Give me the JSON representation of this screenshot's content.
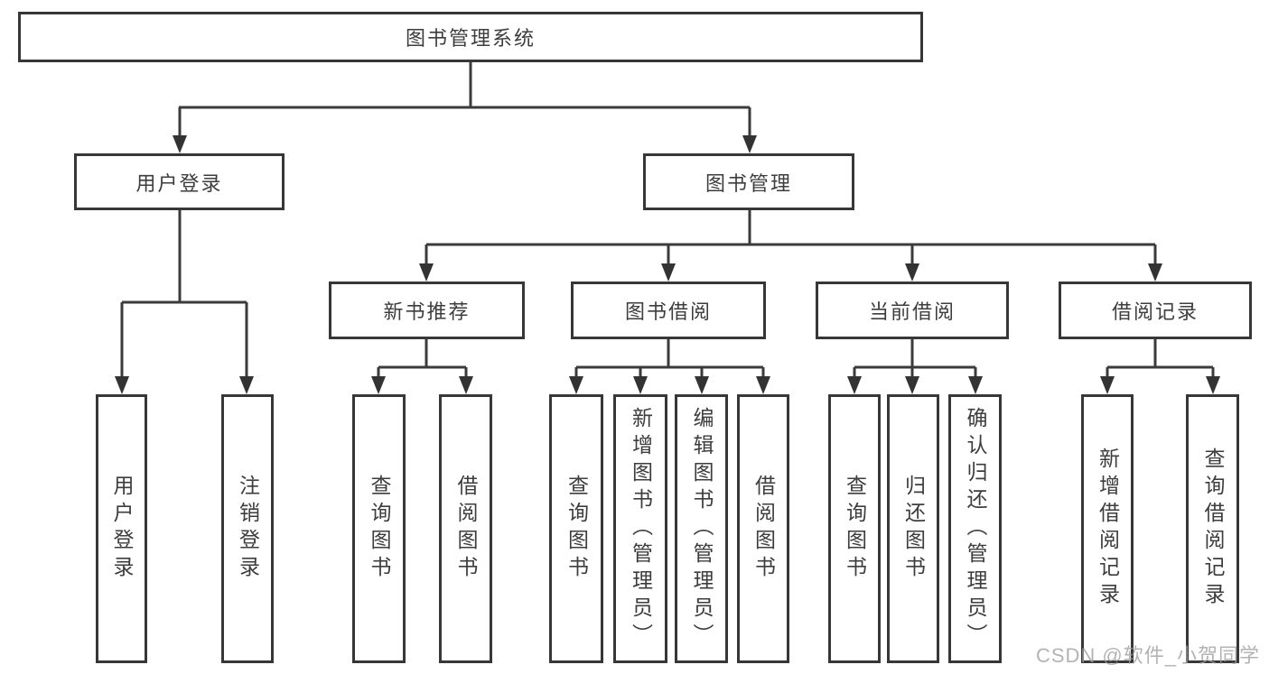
{
  "tree": {
    "label": "图书管理系统",
    "children": [
      {
        "label": "用户登录",
        "children": [
          {
            "label": "用户登录"
          },
          {
            "label": "注销登录"
          }
        ]
      },
      {
        "label": "图书管理",
        "children": [
          {
            "label": "新书推荐",
            "children": [
              {
                "label": "查询图书"
              },
              {
                "label": "借阅图书"
              }
            ]
          },
          {
            "label": "图书借阅",
            "children": [
              {
                "label": "查询图书"
              },
              {
                "label": "新增图书（管理员）"
              },
              {
                "label": "编辑图书（管理员）"
              },
              {
                "label": "借阅图书"
              }
            ]
          },
          {
            "label": "当前借阅",
            "children": [
              {
                "label": "查询图书"
              },
              {
                "label": "归还图书"
              },
              {
                "label": "确认归还（管理员）"
              }
            ]
          },
          {
            "label": "借阅记录",
            "children": [
              {
                "label": "新增借阅记录"
              },
              {
                "label": "查询借阅记录"
              }
            ]
          }
        ]
      }
    ]
  },
  "watermark": "CSDN @软件_小贺同学",
  "colors": {
    "line": "#3b3b3b",
    "box_border": "#373737",
    "text": "#3d3d3d",
    "watermark": "#9e9e9e",
    "background": "#ffffff"
  }
}
